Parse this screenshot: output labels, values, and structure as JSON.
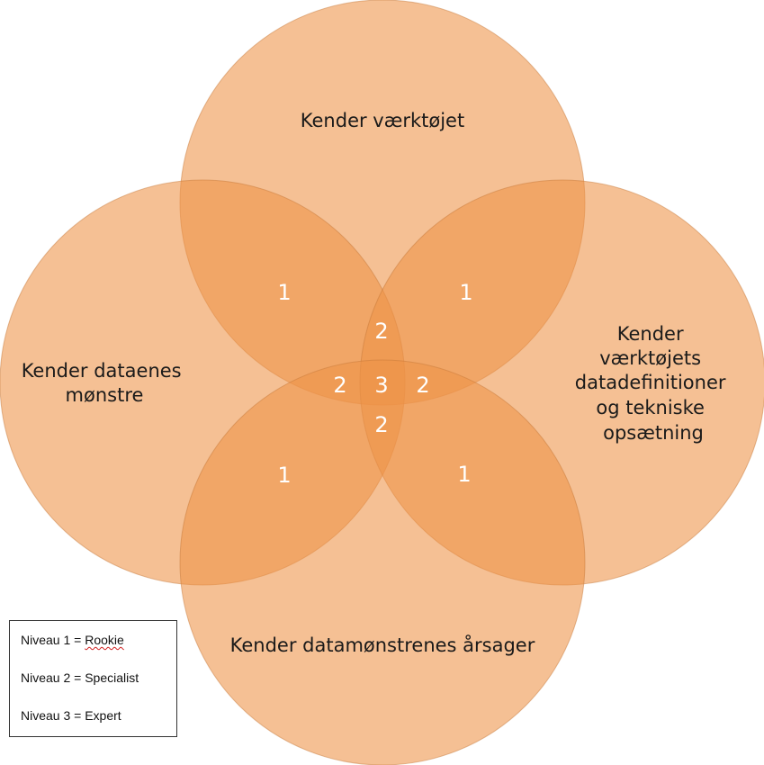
{
  "colors": {
    "circle_fill": "#ED9346",
    "circle_stroke": "#C77A3A",
    "region_number": "#ffffff",
    "label_text": "#1a1a1a"
  },
  "circles": {
    "top": {
      "label_lines": [
        "Kender værktøjet"
      ]
    },
    "left": {
      "label_lines": [
        "Kender dataenes",
        "mønstre"
      ]
    },
    "right": {
      "label_lines": [
        "Kender",
        "værktøjets",
        "datadefinitioner",
        "og tekniske",
        "opsætning"
      ]
    },
    "bottom": {
      "label_lines": [
        "Kender datamønstrenes årsager"
      ]
    }
  },
  "regions": {
    "top_left": "1",
    "top_right": "1",
    "bottom_left": "1",
    "bottom_right": "1",
    "center_top": "2",
    "center_left": "2",
    "center_right": "2",
    "center_bottom": "2",
    "center": "3"
  },
  "legend": {
    "level1_prefix": "Niveau 1 = ",
    "level1_value": "Rookie",
    "level2": "Niveau 2 = Specialist",
    "level3": "Niveau 3 = Expert"
  }
}
